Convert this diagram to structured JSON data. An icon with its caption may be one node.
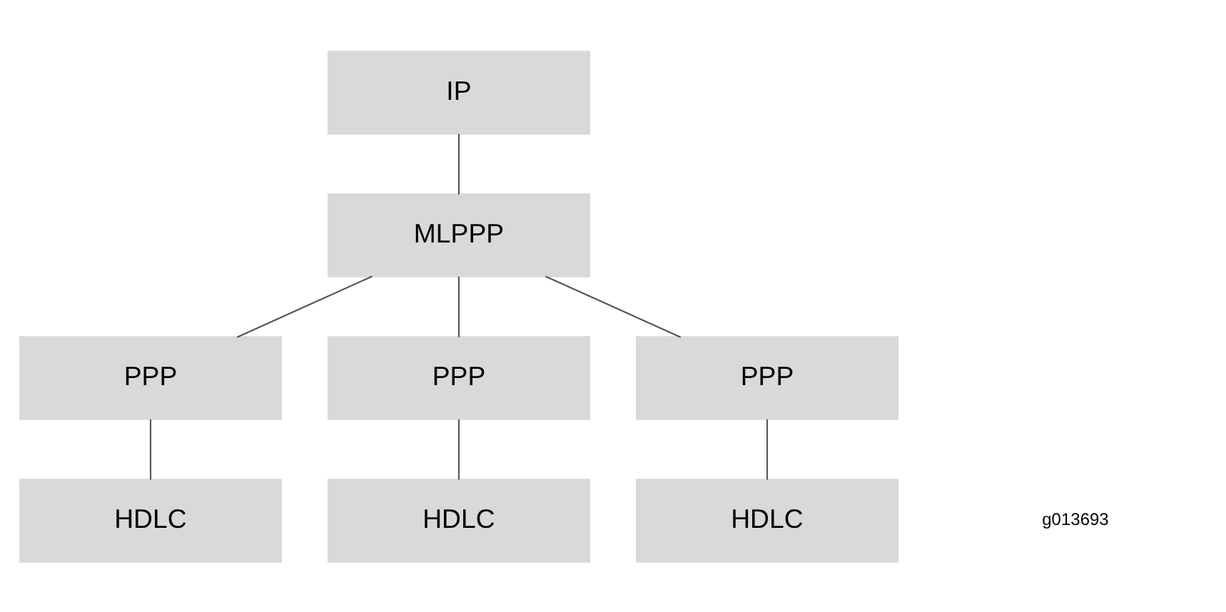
{
  "diagram": {
    "nodes": [
      {
        "text": [
          "IP"
        ]
      },
      {
        "text": [
          "MLPPP"
        ]
      },
      {
        "text": [
          "PPP"
        ]
      },
      {
        "text": [
          "PPP"
        ]
      },
      {
        "text": [
          "PPP"
        ]
      },
      {
        "text": [
          "HDLC"
        ]
      },
      {
        "text": [
          "HDLC"
        ]
      },
      {
        "text": [
          "HDLC"
        ]
      }
    ],
    "edges": [
      {
        "from": 0,
        "to": 1,
        "arrow": "none"
      },
      {
        "from": 1,
        "to": 2,
        "arrow": "none"
      },
      {
        "from": 1,
        "to": 3,
        "arrow": "none"
      },
      {
        "from": 1,
        "to": 4,
        "arrow": "none"
      },
      {
        "from": 2,
        "to": 5,
        "arrow": "none"
      },
      {
        "from": 3,
        "to": 6,
        "arrow": "none"
      },
      {
        "from": 4,
        "to": 7,
        "arrow": "none"
      }
    ],
    "labels": [
      "g013693"
    ]
  }
}
